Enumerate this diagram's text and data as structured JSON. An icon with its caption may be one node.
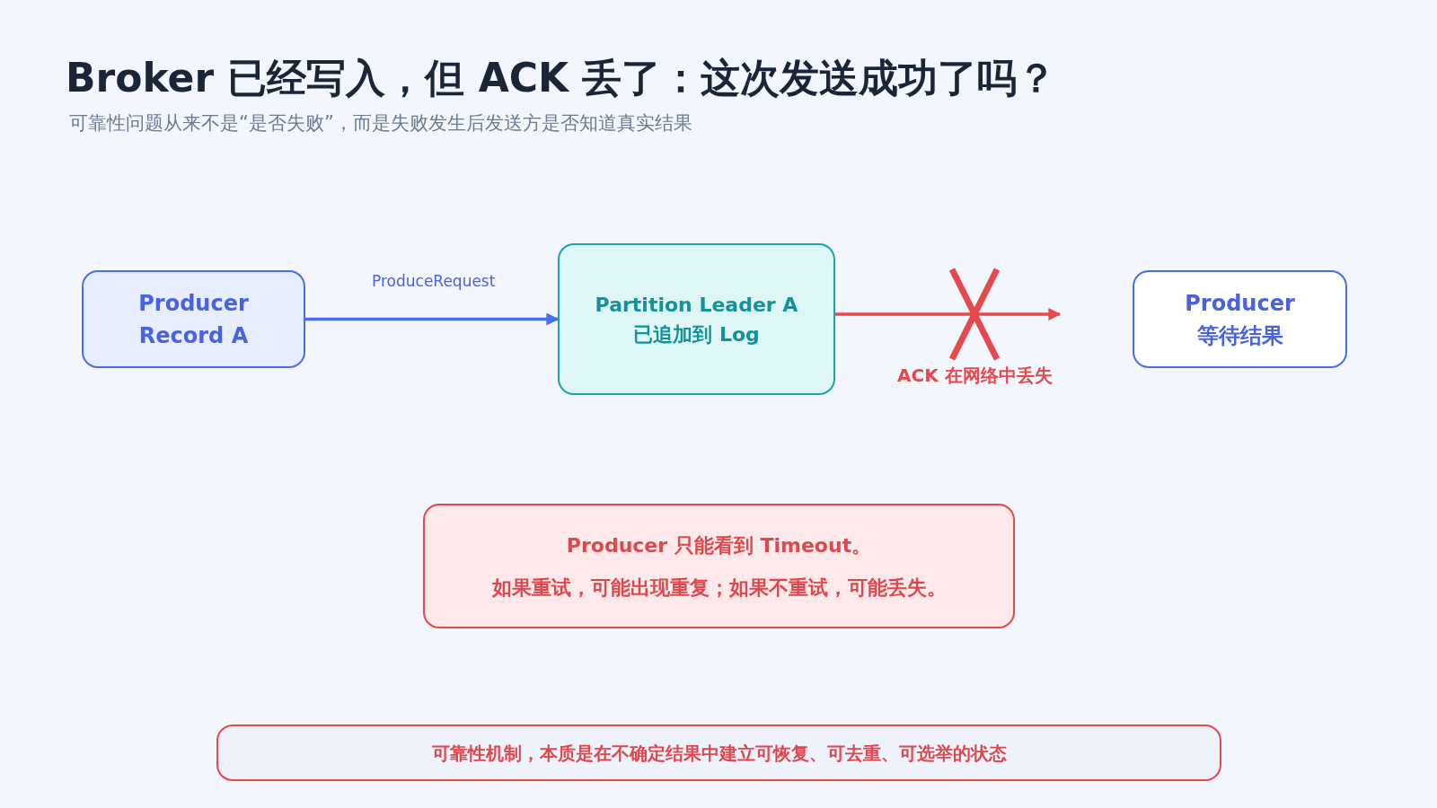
{
  "diagram": {
    "title": "Broker 已经写入，但 ACK 丢了：这次发送成功了吗？",
    "caption": "可靠性问题从来不是“是否失败”，而是失败发生后发送方是否知道真实结果",
    "nodes": [
      {
        "text": [
          "Producer Record A"
        ]
      },
      {
        "text": [
          "Partition Leader A 已追加到 Log"
        ]
      },
      {
        "text": [
          "Producer 等待结果"
        ]
      },
      {
        "text": [
          "Producer 只能看到 Timeout。",
          "如果重试，可能出现重复；如果不重试，可能丢失。"
        ]
      },
      {
        "text": [
          "可靠性机制，本质是在不确定结果中建立可恢复、可去重、可选举的状态"
        ]
      }
    ],
    "edges": [
      {
        "from": 0,
        "to": 1,
        "arrow": "to",
        "label": "ProduceRequest"
      },
      {
        "from": 1,
        "to": null,
        "arrow": "to",
        "label": "ACK 在网络中丢失",
        "color": "#e5484d"
      }
    ]
  }
}
